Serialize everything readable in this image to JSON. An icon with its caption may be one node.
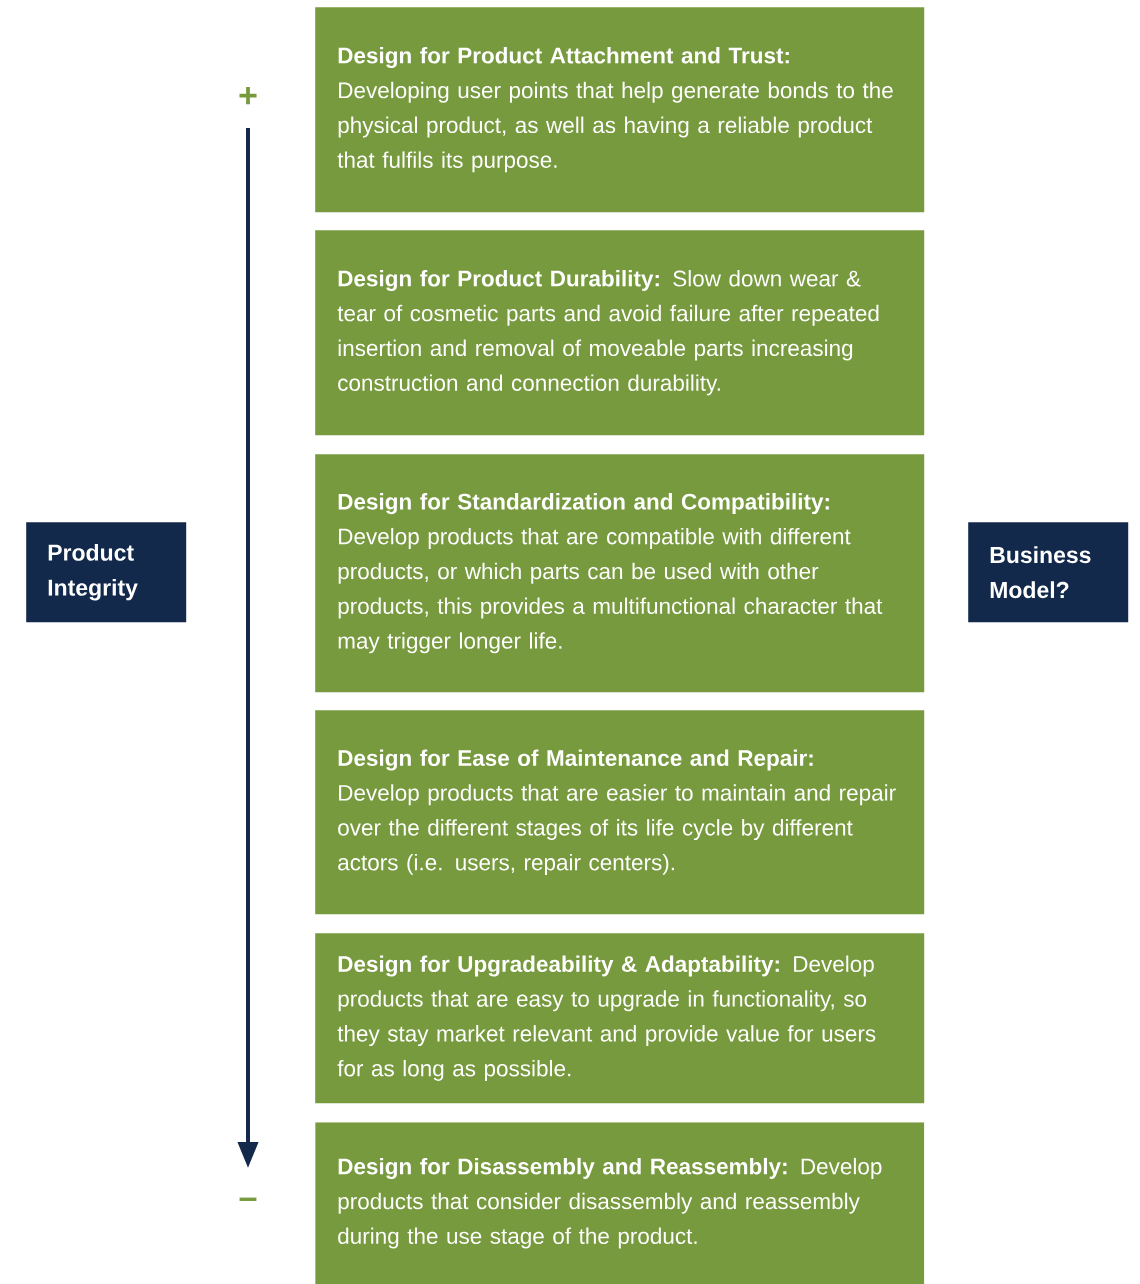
{
  "diagram": {
    "nodes": [
      {
        "text": [
          "Product Integrity"
        ]
      },
      {
        "text": [
          "**Design for Product Attachment and Trust:** Developing user points that help generate bonds to the physical product, as well as having a reliable product that fulfils its purpose."
        ]
      },
      {
        "text": [
          "**Design for Product Durability:** Slow down wear & tear of cosmetic parts and avoid failure after repeated insertion and removal of moveable parts increasing construction and connection durability."
        ]
      },
      {
        "text": [
          "**Design for Standardization and Compatibility:** Develop products that are compatible with different products, or which parts can be used with other products, this provides a multifunctional character that may trigger longer life."
        ]
      },
      {
        "text": [
          "**Design for Ease of Maintenance and Repair:** Develop products that are easier to maintain and repair over the different stages of its life cycle by different actors (i.e. users, repair centers)."
        ]
      },
      {
        "text": [
          "**Design for Upgradeability & Adaptability:** Develop products that are easy to upgrade in functionality, so they stay market relevant and provide value for users for as long as possible."
        ]
      },
      {
        "text": [
          "**Design for Disassembly and Reassembly:** Develop products that consider disassembly and reassembly during the use stage of the product."
        ]
      },
      {
        "text": [
          "Business Model?"
        ]
      }
    ],
    "labels": [
      "+",
      "–"
    ]
  }
}
